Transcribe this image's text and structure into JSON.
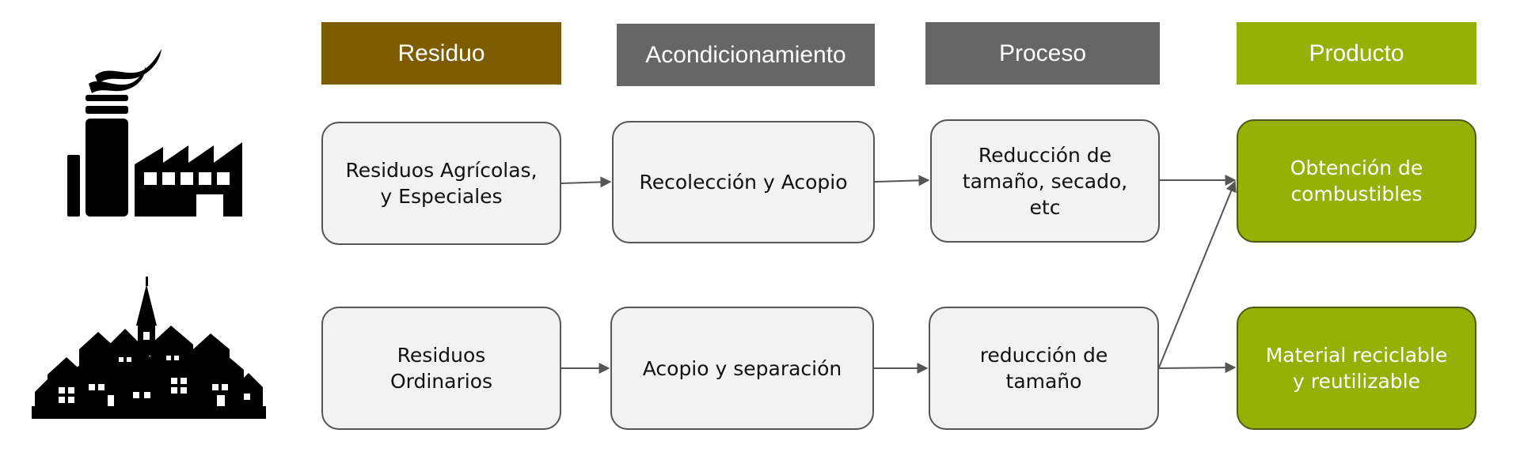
{
  "headers": {
    "residuo": "Residuo",
    "acondicionamiento": "Acondicionamiento",
    "proceso": "Proceso",
    "producto": "Producto"
  },
  "rows": [
    {
      "source_icon": "factory-icon",
      "steps": [
        "Residuos Agrícolas,\ny Especiales",
        "Recolección y Acopio",
        "Reducción de\ntamaño, secado,\netc"
      ]
    },
    {
      "source_icon": "village-icon",
      "steps": [
        "Residuos\nOrdinarios",
        "Acopio y separación",
        "reducción de\ntamaño"
      ]
    }
  ],
  "products": [
    "Obtención de\ncombustibles",
    "Material reciclable\ny reutilizable"
  ],
  "colors": {
    "residuo_header": "#7d5c00",
    "neutral_header": "#666666",
    "producto_header": "#95b107",
    "box_fill": "#f2f2f2",
    "product_fill": "#95b107"
  }
}
